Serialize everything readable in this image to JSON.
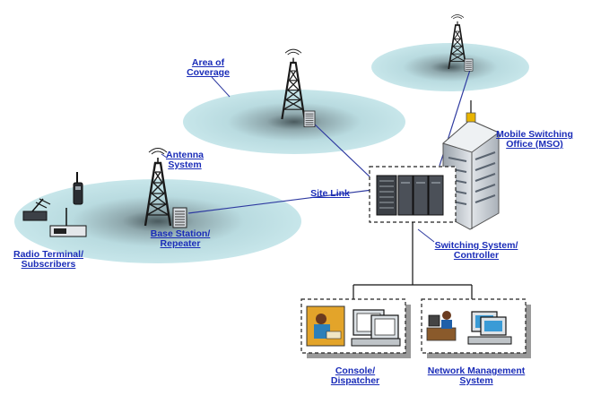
{
  "colors": {
    "label": "#1a2cb8",
    "link_line": "#2e3aa0",
    "coverage_fill": "#b9dbe0",
    "tower": "#1a1a1a",
    "building": "#c9ced4"
  },
  "labels": {
    "area_of_coverage": [
      "Area of",
      "Coverage"
    ],
    "antenna_system": [
      "Antenna",
      "System"
    ],
    "mso": [
      "Mobile Switching",
      "Office (MSO)"
    ],
    "site_link": [
      "Site Link"
    ],
    "base_station": [
      "Base Station/",
      "Repeater"
    ],
    "radio_terminal": [
      "Radio Terminal/",
      "Subscribers"
    ],
    "switching_system": [
      "Switching System/",
      "Controller"
    ],
    "console": [
      "Console/",
      "Dispatcher"
    ],
    "network_management": [
      "Network Management",
      "System"
    ]
  },
  "icons": {
    "tower": "radio-tower-icon",
    "base_station": "server-rack-icon",
    "switch": "switching-cabinet-icon",
    "building": "office-building-icon",
    "radio": "handheld-radio-icon",
    "console": "dispatcher-workstation-icon",
    "nms": "network-workstation-icon"
  }
}
